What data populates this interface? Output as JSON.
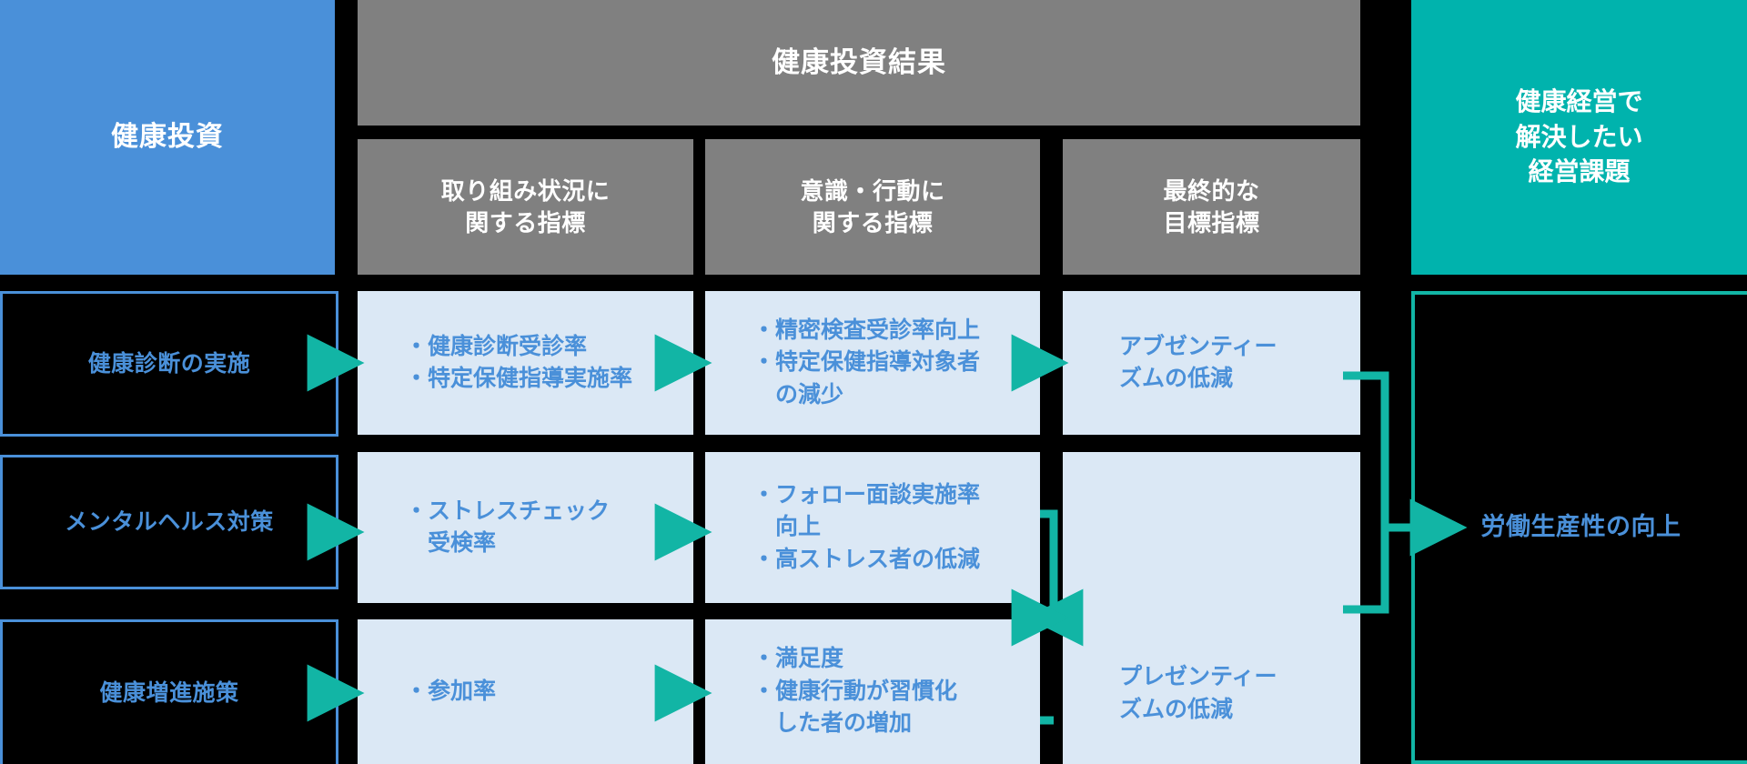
{
  "accent": {
    "blue": "#4A90D9",
    "light_blue_cell": "#DBE8F5",
    "gray_header": "#808080",
    "teal": "#00B3AD",
    "connector_teal": "#12B5A5",
    "background": "#000000"
  },
  "headers": {
    "investment": "健康投資",
    "result": "健康投資結果",
    "columns": [
      "取り組み状況に\n関する指標",
      "意識・行動に\n関する指標",
      "最終的な\n目標指標"
    ],
    "goal": "健康経営で\n解決したい\n経営課題"
  },
  "investments": [
    "健康診断の実施",
    "メンタルヘルス対策",
    "健康増進施策"
  ],
  "indicators": {
    "effort": [
      "・健康診断受診率\n・特定保健指導実施率",
      "・ストレスチェック\n　受検率",
      "・参加率"
    ],
    "behavior": [
      "・精密検査受診率向上\n・特定保健指導対象者\n　の減少",
      "・フォロー面談実施率\n　向上\n・高ストレス者の低減",
      "・満足度\n・健康行動が習慣化\n　した者の増加"
    ],
    "final": [
      "アブゼンティー\nズムの低減",
      "プレゼンティー\nズムの低減"
    ]
  },
  "outcome": "労働生産性の向上"
}
